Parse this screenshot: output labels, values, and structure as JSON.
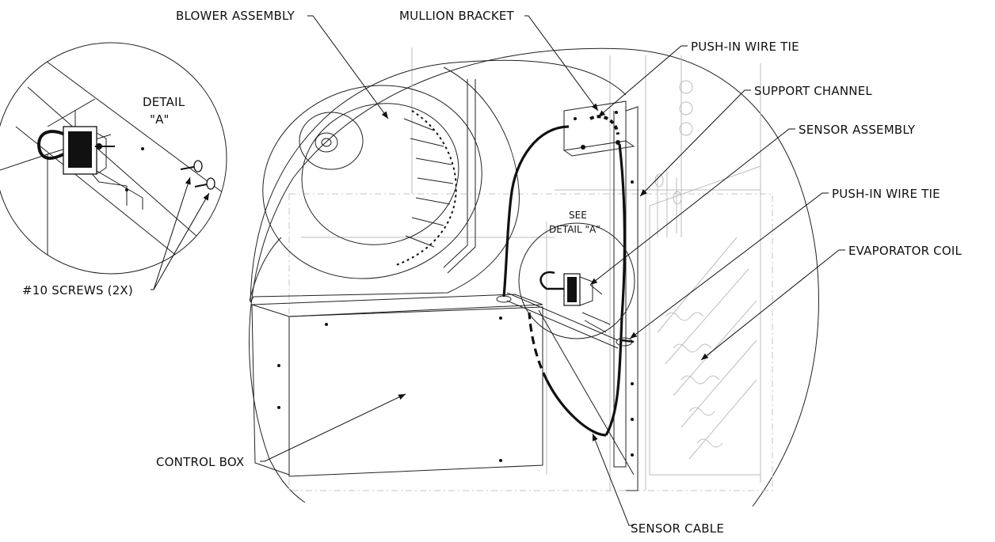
{
  "labels": {
    "blower_assembly": "BLOWER ASSEMBLY",
    "mullion_bracket": "MULLION BRACKET",
    "push_in_wire_tie_top": "PUSH-IN WIRE TIE",
    "support_channel": "SUPPORT CHANNEL",
    "sensor_assembly": "SENSOR ASSEMBLY",
    "push_in_wire_tie_bottom": "PUSH-IN WIRE TIE",
    "evaporator_coil": "EVAPORATOR COIL",
    "screws": "#10 SCREWS (2X)",
    "control_box": "CONTROL BOX",
    "sensor_cable": "SENSOR CABLE",
    "detail_line1": "DETAIL",
    "detail_line2": "\"A\"",
    "see_line1": "SEE",
    "see_line2": "DETAIL \"A\""
  }
}
